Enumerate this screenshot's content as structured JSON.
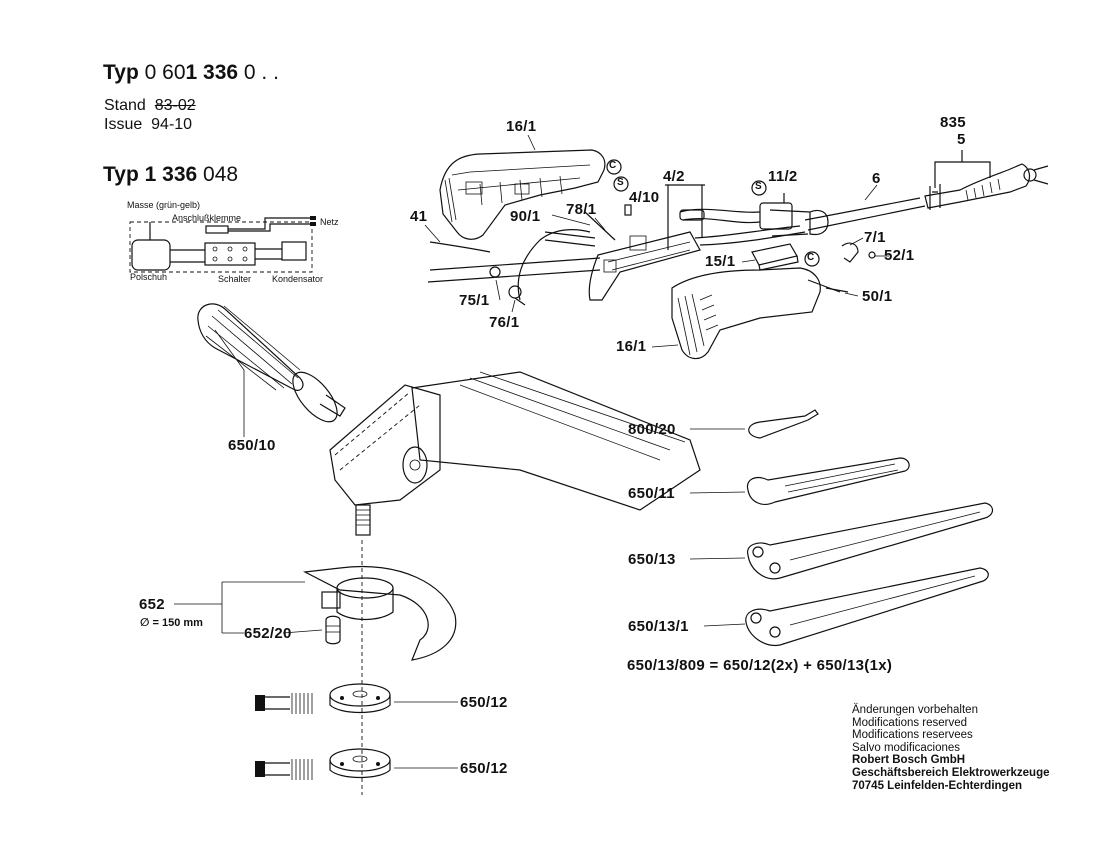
{
  "header": {
    "typ_label": "Typ",
    "typ_number_plain_a": "0 60",
    "typ_number_bold": "1 336",
    "typ_number_plain_b": "0 . .",
    "stand_label": "Stand",
    "stand_value": "83-02",
    "issue_label": "Issue",
    "issue_value": "94-10",
    "typ2_label": "Typ",
    "typ2_number_bold": "1 336",
    "typ2_number_plain": "048"
  },
  "schematic": {
    "masse": "Masse (grün-gelb)",
    "anschluss": "Anschlußklemme",
    "netz": "Netz",
    "polschuh": "Polschuh",
    "schalter": "Schalter",
    "kondensator": "Kondensator"
  },
  "parts": {
    "p16_1_top": "16/1",
    "p835": "835",
    "p5": "5",
    "p4_2": "4/2",
    "p4_10": "4/10",
    "p11_2": "11/2",
    "p6": "6",
    "p41": "41",
    "p90_1": "90/1",
    "p78_1": "78/1",
    "p7_1": "7/1",
    "p52_1": "52/1",
    "p15_1": "15/1",
    "p75_1": "75/1",
    "p76_1": "76/1",
    "p50_1": "50/1",
    "p16_1_bottom": "16/1",
    "p650_10": "650/10",
    "p800_20": "800/20",
    "p650_11": "650/11",
    "p650_13": "650/13",
    "p650_13_1": "650/13/1",
    "p650_13_809": "650/13/809 = 650/12(2x) + 650/13(1x)",
    "p652": "652",
    "p652_dia": "∅ = 150 mm",
    "p652_20": "652/20",
    "p650_12_a": "650/12",
    "p650_12_b": "650/12"
  },
  "markers": {
    "c": "C",
    "s": "S"
  },
  "footer": {
    "line1": "Änderungen vorbehalten",
    "line2": "Modifications reserved",
    "line3": "Modifications reservees",
    "line4": "Salvo modificaciones",
    "company1": "Robert Bosch GmbH",
    "company2": "Geschäftsbereich Elektrowerkzeuge",
    "company3": "70745 Leinfelden-Echterdingen"
  }
}
